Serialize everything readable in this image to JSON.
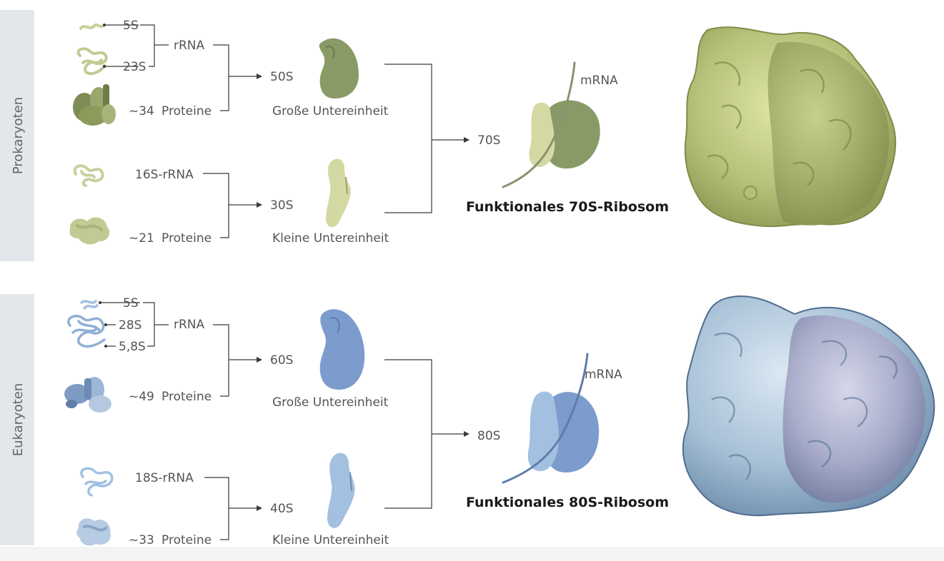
{
  "prokaryotes": {
    "side_label": "Prokaryoten",
    "large": {
      "rna_5s": "5S",
      "rna_23s": "23S",
      "rrna": "rRNA",
      "proteins_count": "~34",
      "proteins_word": "Proteine",
      "subunit_s": "50S",
      "subunit_name": "Große Untereinheit"
    },
    "small": {
      "rna": "16S-rRNA",
      "proteins_count": "~21",
      "proteins_word": "Proteine",
      "subunit_s": "30S",
      "subunit_name": "Kleine Untereinheit"
    },
    "ribosome_s": "70S",
    "mrna": "mRNA",
    "ribosome_label": "Funktionales 70S-Ribosom",
    "colors": {
      "large": "#8a9a66",
      "small": "#d4d8a2",
      "strand": "#c8cf9a",
      "model": "#bfc980"
    }
  },
  "eukaryotes": {
    "side_label": "Eukaryoten",
    "large": {
      "rna_5s": "5S",
      "rna_28s": "28S",
      "rna_58s": "5,8S",
      "rrna": "rRNA",
      "proteins_count": "~49",
      "proteins_word": "Proteine",
      "subunit_s": "60S",
      "subunit_name": "Große Untereinheit"
    },
    "small": {
      "rna": "18S-rRNA",
      "proteins_count": "~33",
      "proteins_word": "Proteine",
      "subunit_s": "40S",
      "subunit_name": "Kleine Untereinheit"
    },
    "ribosome_s": "80S",
    "mrna": "mRNA",
    "ribosome_label": "Funktionales 80S-Ribosom",
    "colors": {
      "large": "#7b9ccc",
      "small": "#a3c0e0",
      "strand": "#a9c4e0",
      "model": "#9eb8d2"
    }
  }
}
